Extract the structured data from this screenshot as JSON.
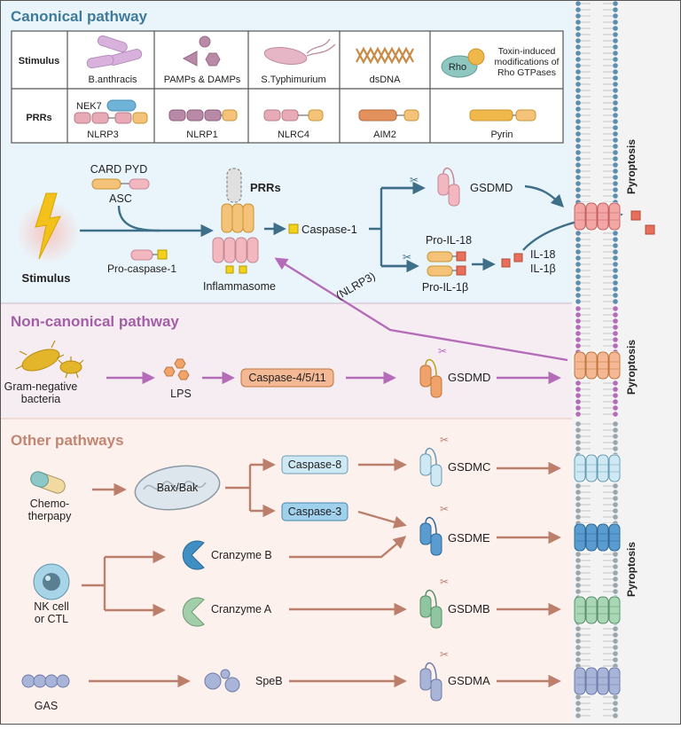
{
  "sections": {
    "canonical": {
      "title": "Canonical pathway"
    },
    "noncanonical": {
      "title": "Non-canonical pathway"
    },
    "other": {
      "title": "Other pathways"
    }
  },
  "colors": {
    "canonical_bg": "#eaf5fb",
    "noncanonical_bg": "#f6edf3",
    "other_bg": "#fdf1ee",
    "canonical_title": "#3f7b99",
    "noncanonical_title": "#a35ea6",
    "other_title": "#c18672",
    "canonical_arrow": "#3e6f88",
    "noncanonical_arrow": "#b46bb8",
    "other_arrow": "#bb7f6c"
  },
  "table": {
    "row_labels": [
      "Stimulus",
      "PRRs"
    ],
    "stimuli": [
      "B.anthracis",
      "PAMPs & DAMPs",
      "S.Typhimurium",
      "dsDNA",
      "Toxin-induced\nmodifications of\nRho GTPases"
    ],
    "rho_label": "Rho",
    "nek7_label": "NEK7",
    "prrs": [
      "NLRP3",
      "NLRP1",
      "NLRC4",
      "AIM2",
      "Pyrin"
    ]
  },
  "canonical": {
    "stimulus_label": "Stimulus",
    "card_pyd_label": "CARD PYD",
    "asc_label": "ASC",
    "procaspase_label": "Pro-caspase-1",
    "prrs_label": "PRRs",
    "inflammasome_label": "Inflammasome",
    "caspase1_label": "Caspase-1",
    "gsdmd_label": "GSDMD",
    "pro_il18_label": "Pro-IL-18",
    "pro_il1b_label": "Pro-IL-1β",
    "il18_label": "IL-18",
    "il1b_label": "IL-1β",
    "nlrp3_arrow_label": "(NLRP3)"
  },
  "noncanonical": {
    "bacteria_label": "Gram-negative\nbacteria",
    "lps_label": "LPS",
    "caspase_label": "Caspase-4/5/11",
    "gsdmd_label": "GSDMD"
  },
  "other": {
    "chemo_label": "Chemo-\ntherpapy",
    "baxbak_label": "Bax/Bak",
    "caspase8_label": "Caspase-8",
    "caspase3_label": "Caspase-3",
    "gsdmc_label": "GSDMC",
    "gsdme_label": "GSDME",
    "nk_label": "NK cell\nor CTL",
    "granzyme_b_label": "Cranzyme B",
    "granzyme_a_label": "Cranzyme A",
    "gsdmb_label": "GSDMB",
    "gas_label": "GAS",
    "speb_label": "SpeB",
    "gsdma_label": "GSDMA"
  },
  "pyroptosis_label": "Pyroptosis"
}
